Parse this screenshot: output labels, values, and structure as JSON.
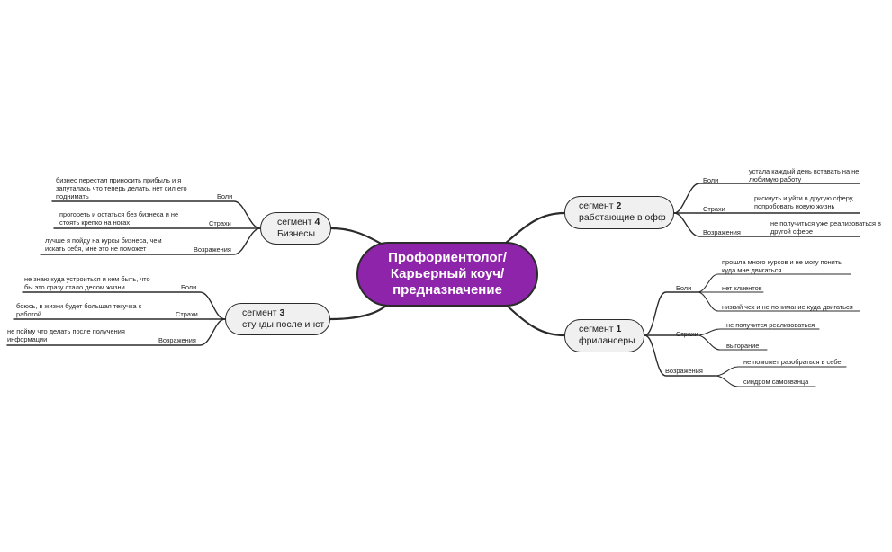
{
  "central": {
    "line1": "Профориентолог/",
    "line2": "Карьерный коуч/",
    "line3": "предназначение"
  },
  "segments": {
    "s4": {
      "word": "сегмент",
      "num": "4",
      "name": "Бизнесы",
      "cats": {
        "pain": "Боли",
        "fear": "Страхи",
        "obj": "Возражения"
      },
      "items": {
        "pain": [
          "бизнес перестал приносить прибыль и я",
          "запуталась что теперь делать, нет сил его",
          "поднимать"
        ],
        "fear": [
          "прогореть и остаться без бизнеса и не",
          "стоять крепко на ногах"
        ],
        "obj": [
          "лучше я пойду на курсы бизнеса, чем",
          "искать себя, мне это не поможет"
        ]
      }
    },
    "s3": {
      "word": "сегмент",
      "num": "3",
      "name": "стунды после инст",
      "cats": {
        "pain": "Боли",
        "fear": "Страхи",
        "obj": "Возражения"
      },
      "items": {
        "pain": [
          "не знаю куда устроиться и кем быть, что",
          "бы это сразу стало делом жизни"
        ],
        "fear": [
          "боюсь, в жизни будет большая текучка с",
          "работой"
        ],
        "obj": [
          "не пойму что делать после получения",
          "информации"
        ]
      }
    },
    "s2": {
      "word": "сегмент",
      "num": "2",
      "name": "работающие в офф",
      "cats": {
        "pain": "Боли",
        "fear": "Страхи",
        "obj": "Возражения"
      },
      "items": {
        "pain": [
          "устала каждый день вставать на не",
          "любимую работу"
        ],
        "fear": [
          "рискнуть и уйти в другую сферу,",
          "попробовать новую жизнь"
        ],
        "obj": [
          "не получиться уже реализоваться в",
          "другой сфере"
        ]
      }
    },
    "s1": {
      "word": "сегмент",
      "num": "1",
      "name": "фрилансеры",
      "cats": {
        "pain": "Боли",
        "fear": "Страхи",
        "obj": "Возражения"
      },
      "items": {
        "pain1": [
          "прошла много курсов и не могу понять",
          "куда мне двигаться"
        ],
        "pain2": "нет клиентов",
        "pain3": "низкий чек и не понимание куда двигаться",
        "fear1": "не получится реализоваться",
        "fear2": "выгорание",
        "obj1": "не поможет разобраться в себе",
        "obj2": "синдром самозванца"
      }
    }
  }
}
